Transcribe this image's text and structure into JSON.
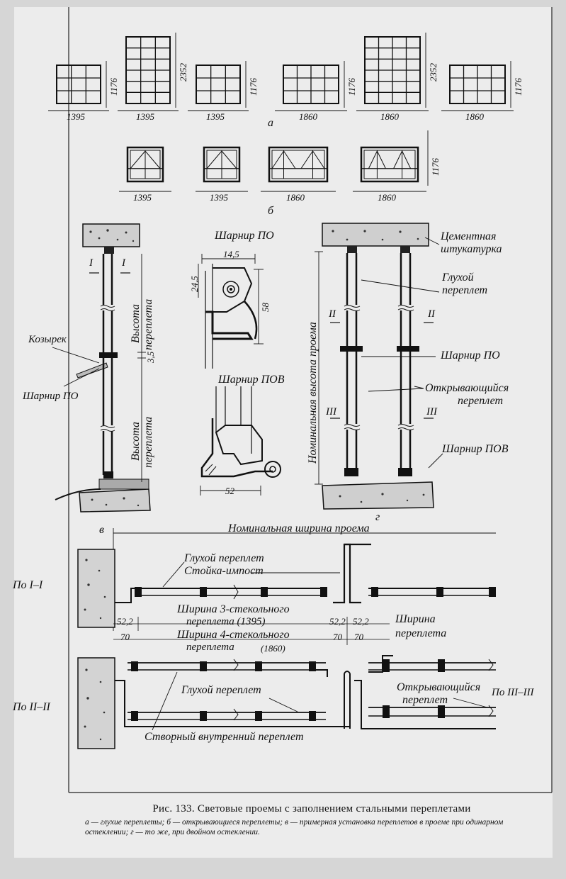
{
  "figure": {
    "caption_title": "Рис. 133. Световые проемы с заполнением стальными переплетами",
    "caption_text": "а — глухие переплеты; б — открывающиеся переплеты; в — примерная установка переплетов в проеме при одинарном остеклении; г — то же, при двойном остеклении."
  },
  "panel_a": {
    "label": "а",
    "windows": [
      {
        "width": "1395",
        "height": "1176"
      },
      {
        "width": "1395",
        "height": "2352"
      },
      {
        "width": "1395",
        "height": "1176"
      },
      {
        "width": "1860",
        "height": "1176"
      },
      {
        "width": "1860",
        "height": "2352"
      },
      {
        "width": "1860",
        "height": "1176"
      }
    ]
  },
  "panel_b": {
    "label": "б",
    "windows": [
      {
        "width": "1395"
      },
      {
        "width": "1395"
      },
      {
        "width": "1860"
      },
      {
        "width": "1860"
      }
    ],
    "height": "1176"
  },
  "panel_v": {
    "label": "в",
    "section_mark": "I",
    "kozyrek": "Козырек",
    "sharnir_po": "Шарнир ПО",
    "vysota1": "Высота",
    "vysota2": "переплета",
    "gap": "3,5"
  },
  "detail": {
    "sharnir_po": "Шарнир ПО",
    "sharnir_pov": "Шарнир ПОВ",
    "d145": "14,5",
    "d245": "24,5",
    "d58": "58",
    "d52": "52"
  },
  "panel_g": {
    "label": "г",
    "cement1": "Цементная",
    "cement2": "штукатурка",
    "gluhoy1": "Глухой",
    "gluhoy2": "переплет",
    "mark_ii": "II",
    "mark_iii": "III",
    "sharnir_po": "Шарнир ПО",
    "otkr1": "Открывающийся",
    "otkr2": "переплет",
    "sharnir_pov": "Шарнир ПОВ",
    "nominal_height": "Номинальная высота проема"
  },
  "plan": {
    "nominal_width": "Номинальная ширина проема",
    "po_i": "По I–I",
    "po_ii": "По II–II",
    "po_iii": "По III–III",
    "gluhoy": "Глухой переплет",
    "stoyka": "Стойка-импост",
    "shirina3_a": "Ширина 3-стекольного",
    "shirina3_b": "переплета (1395)",
    "shirina4_a": "Ширина 4-стекольного",
    "shirina4_b": "переплета",
    "shirina4_c": "(1860)",
    "d522": "52,2",
    "d70": "70",
    "shirina": "Ширина",
    "pereplet": "переплета",
    "gluhoy2": "Глухой переплет",
    "otkr1": "Открывающийся",
    "otkr2": "переплет",
    "stvorny": "Створный внутренний переплет"
  }
}
